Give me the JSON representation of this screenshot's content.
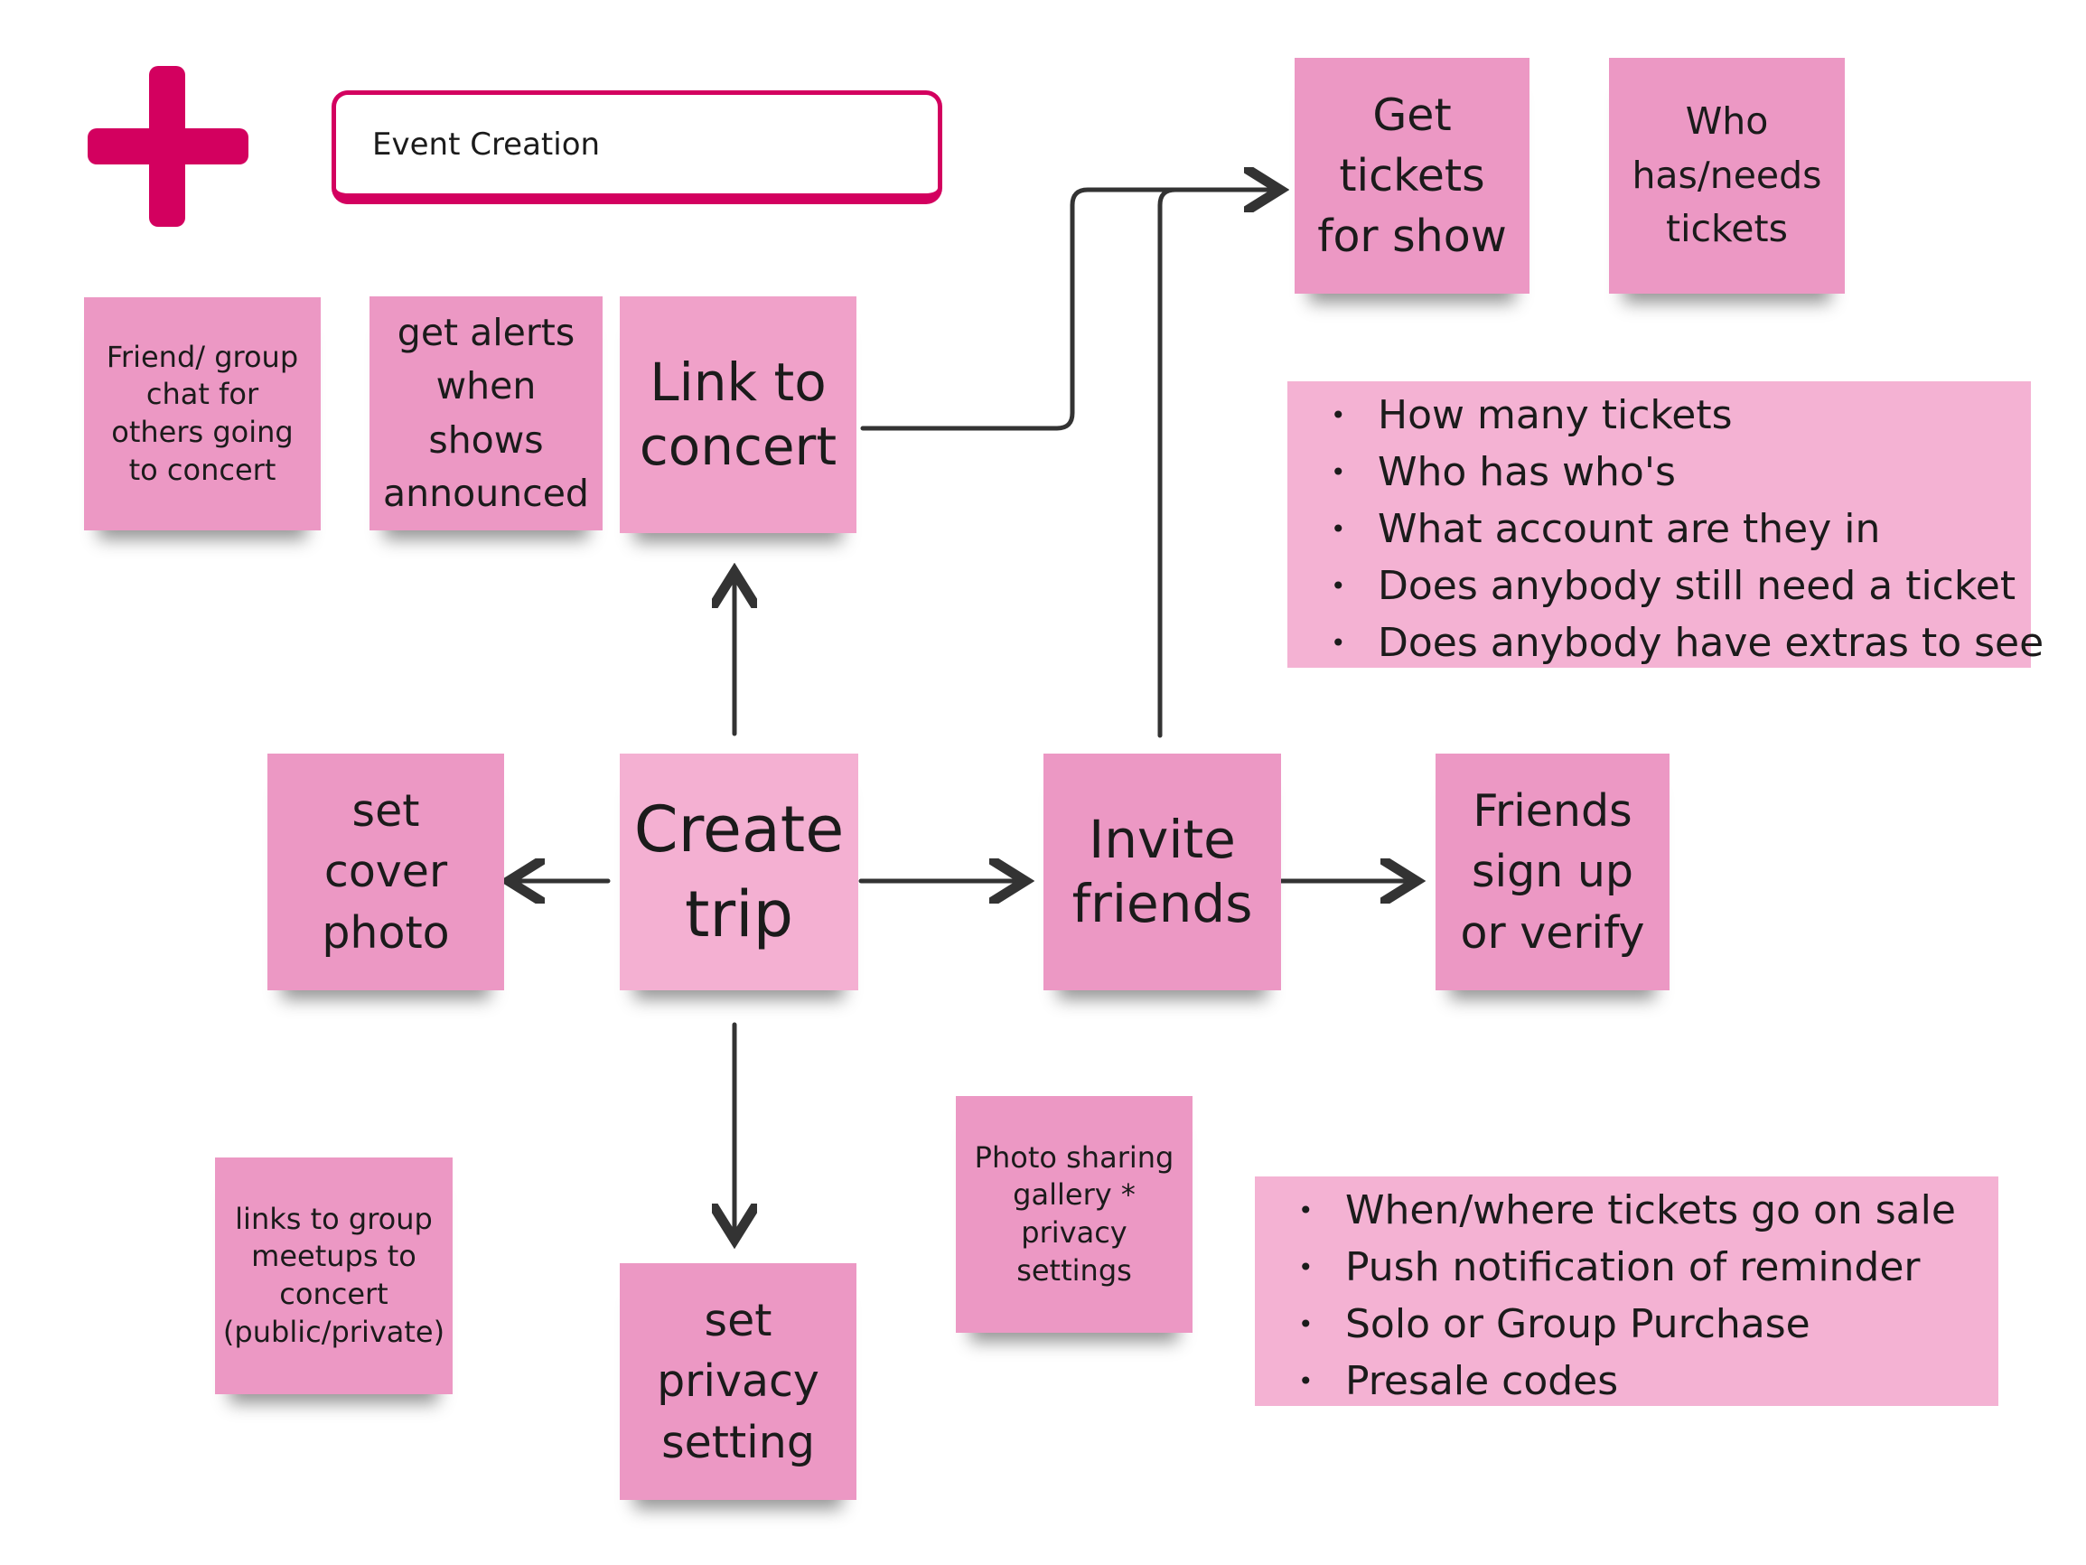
{
  "header": {
    "title": "Event Creation"
  },
  "stickies": {
    "friend_group_chat": [
      "Friend/ group",
      "chat for",
      "others going",
      "to concert"
    ],
    "get_alerts": [
      "get alerts",
      "when",
      "shows",
      "announced"
    ],
    "link_to_concert": [
      "Link to",
      "concert"
    ],
    "get_tickets": [
      "Get",
      "tickets",
      "for show"
    ],
    "who_has_tickets": [
      "Who",
      "has/needs",
      "tickets"
    ],
    "set_cover_photo": [
      "set",
      "cover",
      "photo"
    ],
    "create_trip": [
      "Create",
      "trip"
    ],
    "invite_friends": [
      "Invite",
      "friends"
    ],
    "friends_sign_up": [
      "Friends",
      "sign up",
      "or verify"
    ],
    "links_group_meetups": [
      "links to group",
      "meetups to",
      "concert",
      "(public/private)"
    ],
    "set_privacy_setting": [
      "set",
      "privacy",
      "setting"
    ],
    "photo_sharing": [
      "Photo sharing",
      "gallery *",
      "privacy",
      "settings"
    ]
  },
  "ticket_questions": [
    "How many tickets",
    "Who has who's",
    "What account are they in",
    "Does anybody still need a ticket",
    "Does anybody have extras to see"
  ],
  "sale_info": [
    "When/where tickets go on sale",
    "Push notification of reminder",
    "Solo or Group Purchase",
    "Presale codes"
  ],
  "colors": {
    "accent": "#d3005f",
    "sticky": "#f0a1c9",
    "arrow": "#333333"
  },
  "icons": {
    "add": "plus-icon"
  }
}
